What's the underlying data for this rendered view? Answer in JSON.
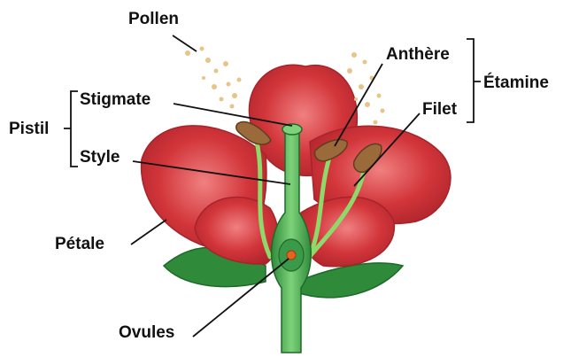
{
  "labels": {
    "pollen": "Pollen",
    "stigmate": "Stigmate",
    "style": "Style",
    "pistil": "Pistil",
    "anthere": "Anthère",
    "etamine": "Étamine",
    "filet": "Filet",
    "petale": "Pétale",
    "ovules": "Ovules"
  },
  "colors": {
    "petal": "#d2353a",
    "petal_dark": "#a8232a",
    "petal_light": "#e86a6a",
    "leaf": "#2f8a3a",
    "leaf_dark": "#1e6a2a",
    "pistil": "#3a9a4a",
    "pistil_light": "#7ed27a",
    "filament": "#8fd86a",
    "anther": "#9a6a3a",
    "pollen": "#e8c48a",
    "ovule": "#e8641e",
    "line": "#111111"
  }
}
